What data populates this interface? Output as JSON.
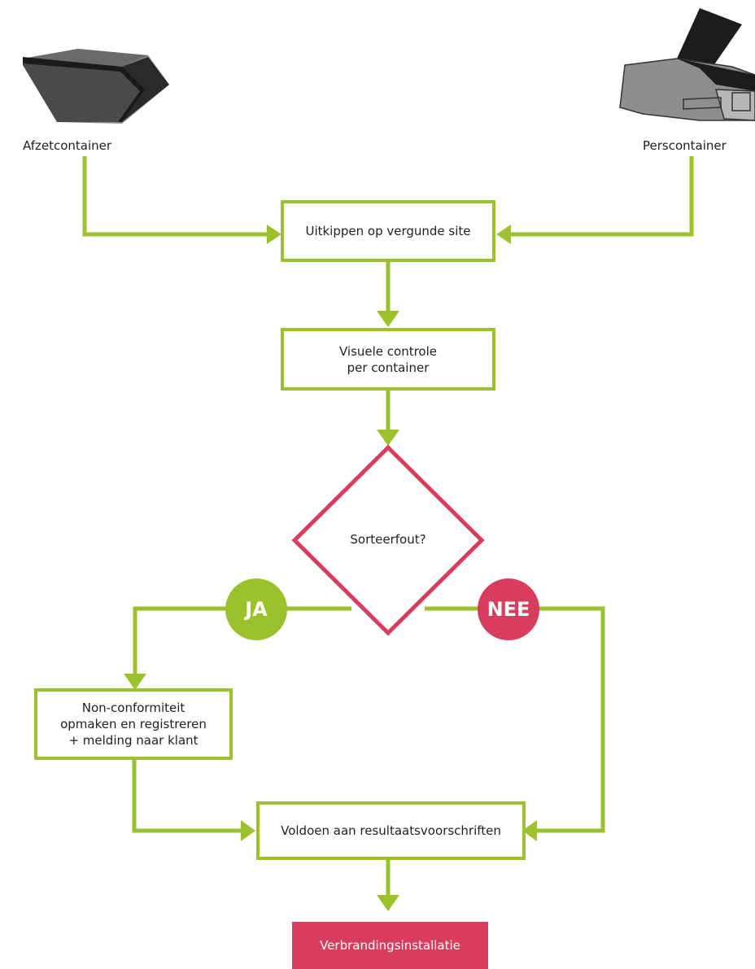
{
  "colors": {
    "flow": "#9cc22b",
    "decision": "#d83d5e",
    "final": "#d83d5e",
    "yes": "#9cc22b",
    "no": "#d83d5e"
  },
  "sources": {
    "left": {
      "label": "Afzetcontainer",
      "icon": "skip-container-icon"
    },
    "right": {
      "label": "Perscontainer",
      "icon": "press-container-icon"
    }
  },
  "steps": {
    "dump": "Uitkippen op vergunde site",
    "inspect_line1": "Visuele controle",
    "inspect_line2": "per container",
    "decision": "Sorteerfout?",
    "yes": "JA",
    "no": "NEE",
    "nonconf_line1": "Non-conformiteit",
    "nonconf_line2": "opmaken en registreren",
    "nonconf_line3": "+ melding naar klant",
    "comply": "Voldoen aan resultaatsvoorschriften",
    "final": "Verbrandingsinstallatie"
  }
}
